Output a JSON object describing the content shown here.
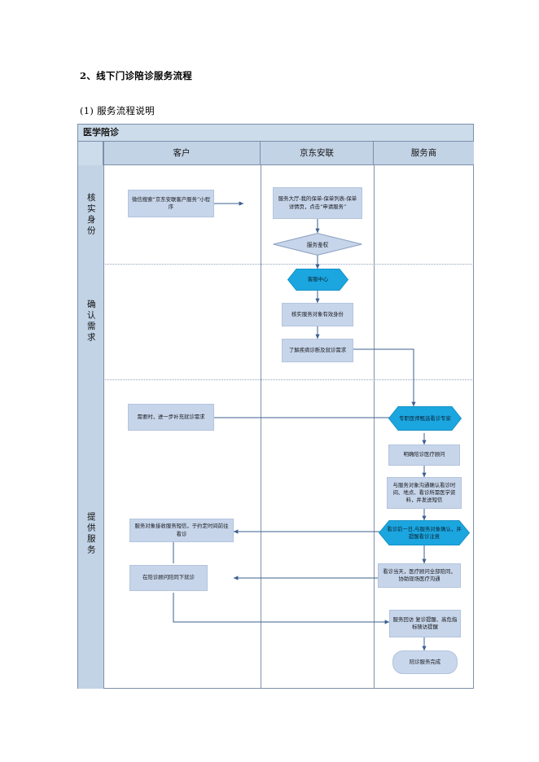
{
  "document": {
    "heading": "2、线下门诊陪诊服务流程",
    "subheading": "(1) 服务流程说明"
  },
  "colors": {
    "table_header_fill": "#ccdcea",
    "column_header_fill": "#c3d3e6",
    "node_fill": "#c7d5ea",
    "hexagon_fill": "#1ba6e0",
    "border": "#7b8fab",
    "connector": "#3b5f8f"
  },
  "flowchart": {
    "type": "swimlane-flowchart",
    "title": "医学陪诊",
    "columns": [
      {
        "id": "customer",
        "label": "客户"
      },
      {
        "id": "jdal",
        "label": "京东安联"
      },
      {
        "id": "provider",
        "label": "服务商"
      }
    ],
    "lanes": [
      {
        "id": "verify",
        "label": "核实身份"
      },
      {
        "id": "confirm",
        "label": "确认需求"
      },
      {
        "id": "serve",
        "label": "提供服务"
      }
    ],
    "nodes": [
      {
        "id": "n1",
        "lane": "verify",
        "column": "customer",
        "shape": "rect",
        "text": "微信搜索“京东安联客户服务”小程序"
      },
      {
        "id": "n2",
        "lane": "verify",
        "column": "jdal",
        "shape": "rect",
        "text": "服务大厅-我的保单-保单列表-保单详情页，点击“申请服务”"
      },
      {
        "id": "n3",
        "lane": "verify",
        "column": "jdal",
        "shape": "diamond",
        "text": "服务鉴权"
      },
      {
        "id": "n4",
        "lane": "confirm",
        "column": "jdal",
        "shape": "hexagon",
        "text": "客服中心"
      },
      {
        "id": "n5",
        "lane": "confirm",
        "column": "jdal",
        "shape": "rect",
        "text": "核实服务对象有效身份"
      },
      {
        "id": "n6",
        "lane": "confirm",
        "column": "jdal",
        "shape": "rect",
        "text": "了解疾病诊断及就诊需求"
      },
      {
        "id": "n7",
        "lane": "serve",
        "column": "customer",
        "shape": "rect",
        "text": "需要时，进一步补充就诊需求"
      },
      {
        "id": "n8",
        "lane": "serve",
        "column": "provider",
        "shape": "hexagon",
        "text": "专职医师甄选看诊专家"
      },
      {
        "id": "n9",
        "lane": "serve",
        "column": "provider",
        "shape": "rect",
        "text": "明确陪诊医疗顾问"
      },
      {
        "id": "n10",
        "lane": "serve",
        "column": "provider",
        "shape": "rect",
        "text": "与服务对象沟通确认看诊时间、地点、看诊所需医学资料，并发送短信"
      },
      {
        "id": "n11",
        "lane": "serve",
        "column": "provider",
        "shape": "hexagon",
        "text": "看诊前一日,与服务对象确认，并提醒看诊注意"
      },
      {
        "id": "n12",
        "lane": "serve",
        "column": "customer",
        "shape": "rect",
        "text": "服务对象接收服务短信，于约定时间前往看诊"
      },
      {
        "id": "n13",
        "lane": "serve",
        "column": "provider",
        "shape": "rect",
        "text": "看诊当天，医疗顾问全部陪同，协助现场医疗沟通"
      },
      {
        "id": "n14",
        "lane": "serve",
        "column": "customer",
        "shape": "rect",
        "text": "在陪诊顾问陪同下就诊"
      },
      {
        "id": "n15",
        "lane": "serve",
        "column": "provider",
        "shape": "rect",
        "text": "服务回访\n复诊提醒、高危指标随访提醒"
      },
      {
        "id": "n16",
        "lane": "serve",
        "column": "provider",
        "shape": "rounded",
        "text": "陪诊服务完成"
      }
    ],
    "edges": [
      {
        "from": "n1",
        "to": "n2"
      },
      {
        "from": "n2",
        "to": "n3"
      },
      {
        "from": "n3",
        "to": "n4"
      },
      {
        "from": "n4",
        "to": "n5"
      },
      {
        "from": "n5",
        "to": "n6"
      },
      {
        "from": "n6",
        "to": "n8"
      },
      {
        "from": "n7",
        "to": "n8"
      },
      {
        "from": "n8",
        "to": "n9"
      },
      {
        "from": "n9",
        "to": "n10"
      },
      {
        "from": "n10",
        "to": "n11"
      },
      {
        "from": "n11",
        "to": "n12"
      },
      {
        "from": "n11",
        "to": "n13"
      },
      {
        "from": "n12",
        "to": "n14"
      },
      {
        "from": "n13",
        "to": "n14"
      },
      {
        "from": "n14",
        "to": "n15"
      },
      {
        "from": "n15",
        "to": "n16"
      }
    ]
  }
}
